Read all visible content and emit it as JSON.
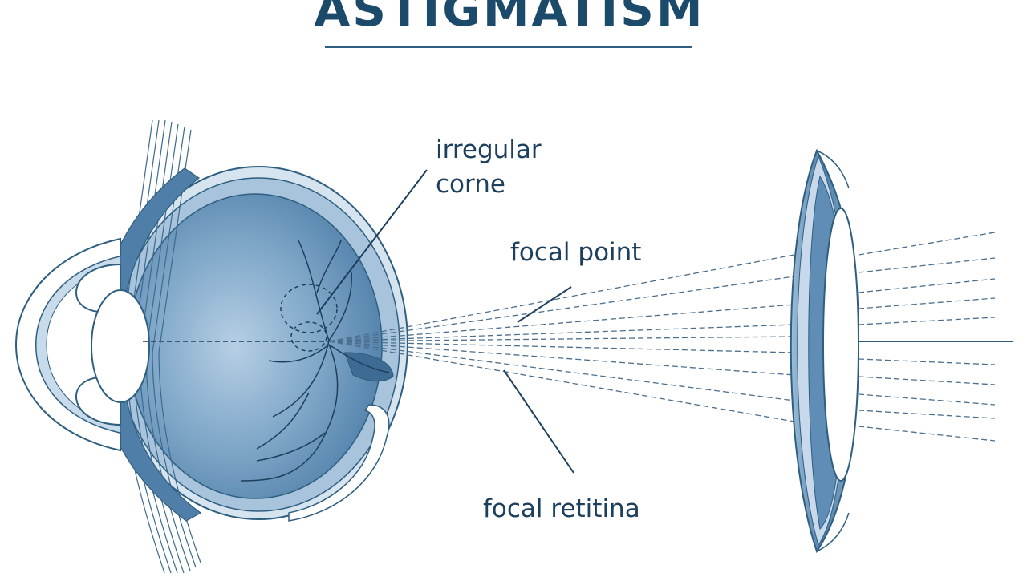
{
  "title": "ASTIGMATISM",
  "labels": {
    "irregular_cornea_line1": "irregular",
    "irregular_cornea_line2": "corne",
    "focal_point": "focal point",
    "focal_retina": "focal retitina"
  },
  "colors": {
    "title": "#1b4a6b",
    "label_text": "#1d3f5e",
    "outline": "#2f5f80",
    "eye_fill": "#8fb4d2",
    "eye_deep": "#5d8bb3",
    "ray": "#4c6f8e",
    "lens_fill": "#6f98bf"
  }
}
